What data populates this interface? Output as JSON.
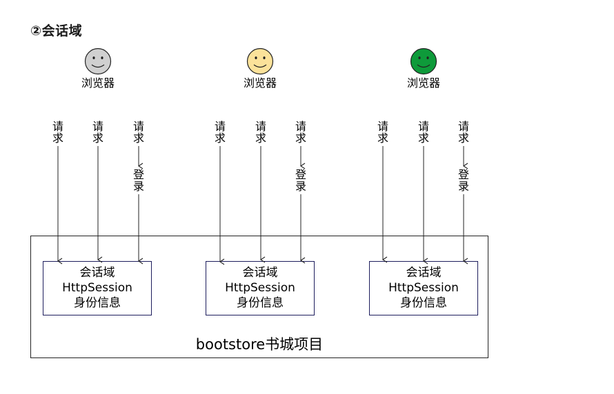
{
  "heading": "②会话域",
  "browsers": [
    {
      "label": "浏览器",
      "face_color": "#d0d0d0",
      "icon": "smiley-icon"
    },
    {
      "label": "浏览器",
      "face_color": "#fbe29a",
      "icon": "smiley-icon"
    },
    {
      "label": "浏览器",
      "face_color": "#0e9a3a",
      "icon": "smiley-icon"
    }
  ],
  "request_text": [
    "请",
    "求"
  ],
  "login_text": [
    "登",
    "录"
  ],
  "session": {
    "line1": "会话域",
    "line2": "HttpSession",
    "line3": "身份信息"
  },
  "project_label": "bootstore书城项目"
}
